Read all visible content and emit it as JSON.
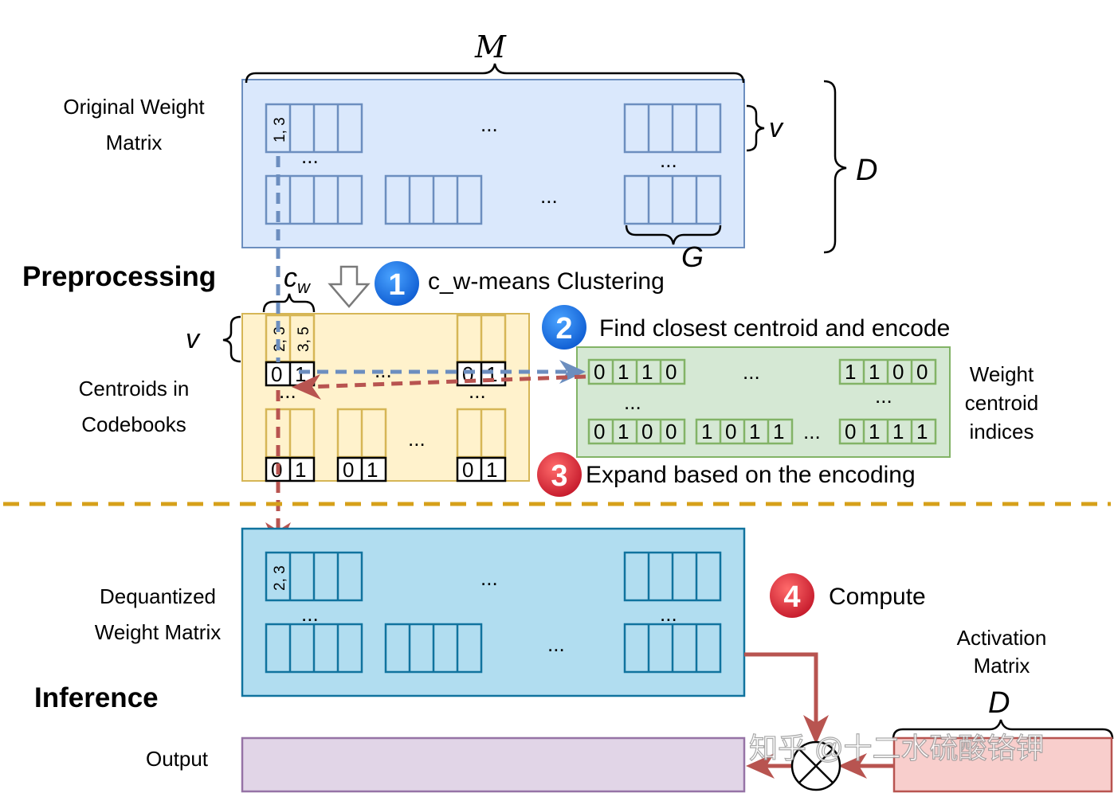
{
  "labels": {
    "original_weight_line1": "Original Weight",
    "original_weight_line2": "Matrix",
    "centroids_line1": "Centroids in",
    "centroids_line2": "Codebooks",
    "dequantized_line1": "Dequantized",
    "dequantized_line2": "Weight Matrix",
    "activation_line1": "Activation",
    "activation_line2": "Matrix",
    "output": "Output",
    "weight_idx_line1": "Weight",
    "weight_idx_line2": "centroid",
    "weight_idx_line3": "indices"
  },
  "sections": {
    "preprocessing": "Preprocessing",
    "inference": "Inference"
  },
  "math": {
    "M": "M",
    "D": "D",
    "v": "v",
    "G": "G",
    "cw_c": "c",
    "cw_sub": "w",
    "D_activation": "D"
  },
  "steps": [
    {
      "num": "1",
      "text": "c_w-means Clustering",
      "color": "#1565c0"
    },
    {
      "num": "2",
      "text": "Find closest centroid and encode",
      "color": "#1565c0"
    },
    {
      "num": "3",
      "text": "Expand based on the encoding",
      "color": "#c62828"
    },
    {
      "num": "4",
      "text": "Compute",
      "color": "#c62828"
    }
  ],
  "cell_labels": {
    "orig_first": "1, 3",
    "cent_a": "2, 3",
    "cent_b": "3, 5",
    "deq_first": "2, 3"
  },
  "ellipsis": "...",
  "codes": {
    "row1_a": [
      "0",
      "1",
      "1",
      "0"
    ],
    "row1_b": [
      "1",
      "1",
      "0",
      "0"
    ],
    "row2_a": [
      "0",
      "1",
      "0",
      "0"
    ],
    "row2_b": [
      "1",
      "0",
      "1",
      "1"
    ],
    "row2_c": [
      "0",
      "1",
      "1",
      "1"
    ]
  },
  "codebook_bits": [
    "0",
    "1"
  ],
  "watermark": "知乎 @十二水硫酸铬钾",
  "colors": {
    "blue_fill": "#dae8fc",
    "blue_stroke": "#6c8ebf",
    "yellow_fill": "#fff2cc",
    "yellow_stroke": "#d6b656",
    "green_fill": "#d5e8d4",
    "green_stroke": "#82b366",
    "cyan_fill": "#b1ddf0",
    "cyan_stroke": "#10739e",
    "purple_fill": "#e1d5e7",
    "purple_stroke": "#9673a6",
    "pink_fill": "#f8cecc",
    "pink_stroke": "#b85450",
    "arrow_red": "#b85450",
    "arrow_blue": "#6c8ebf",
    "divider": "#d6a01a"
  }
}
